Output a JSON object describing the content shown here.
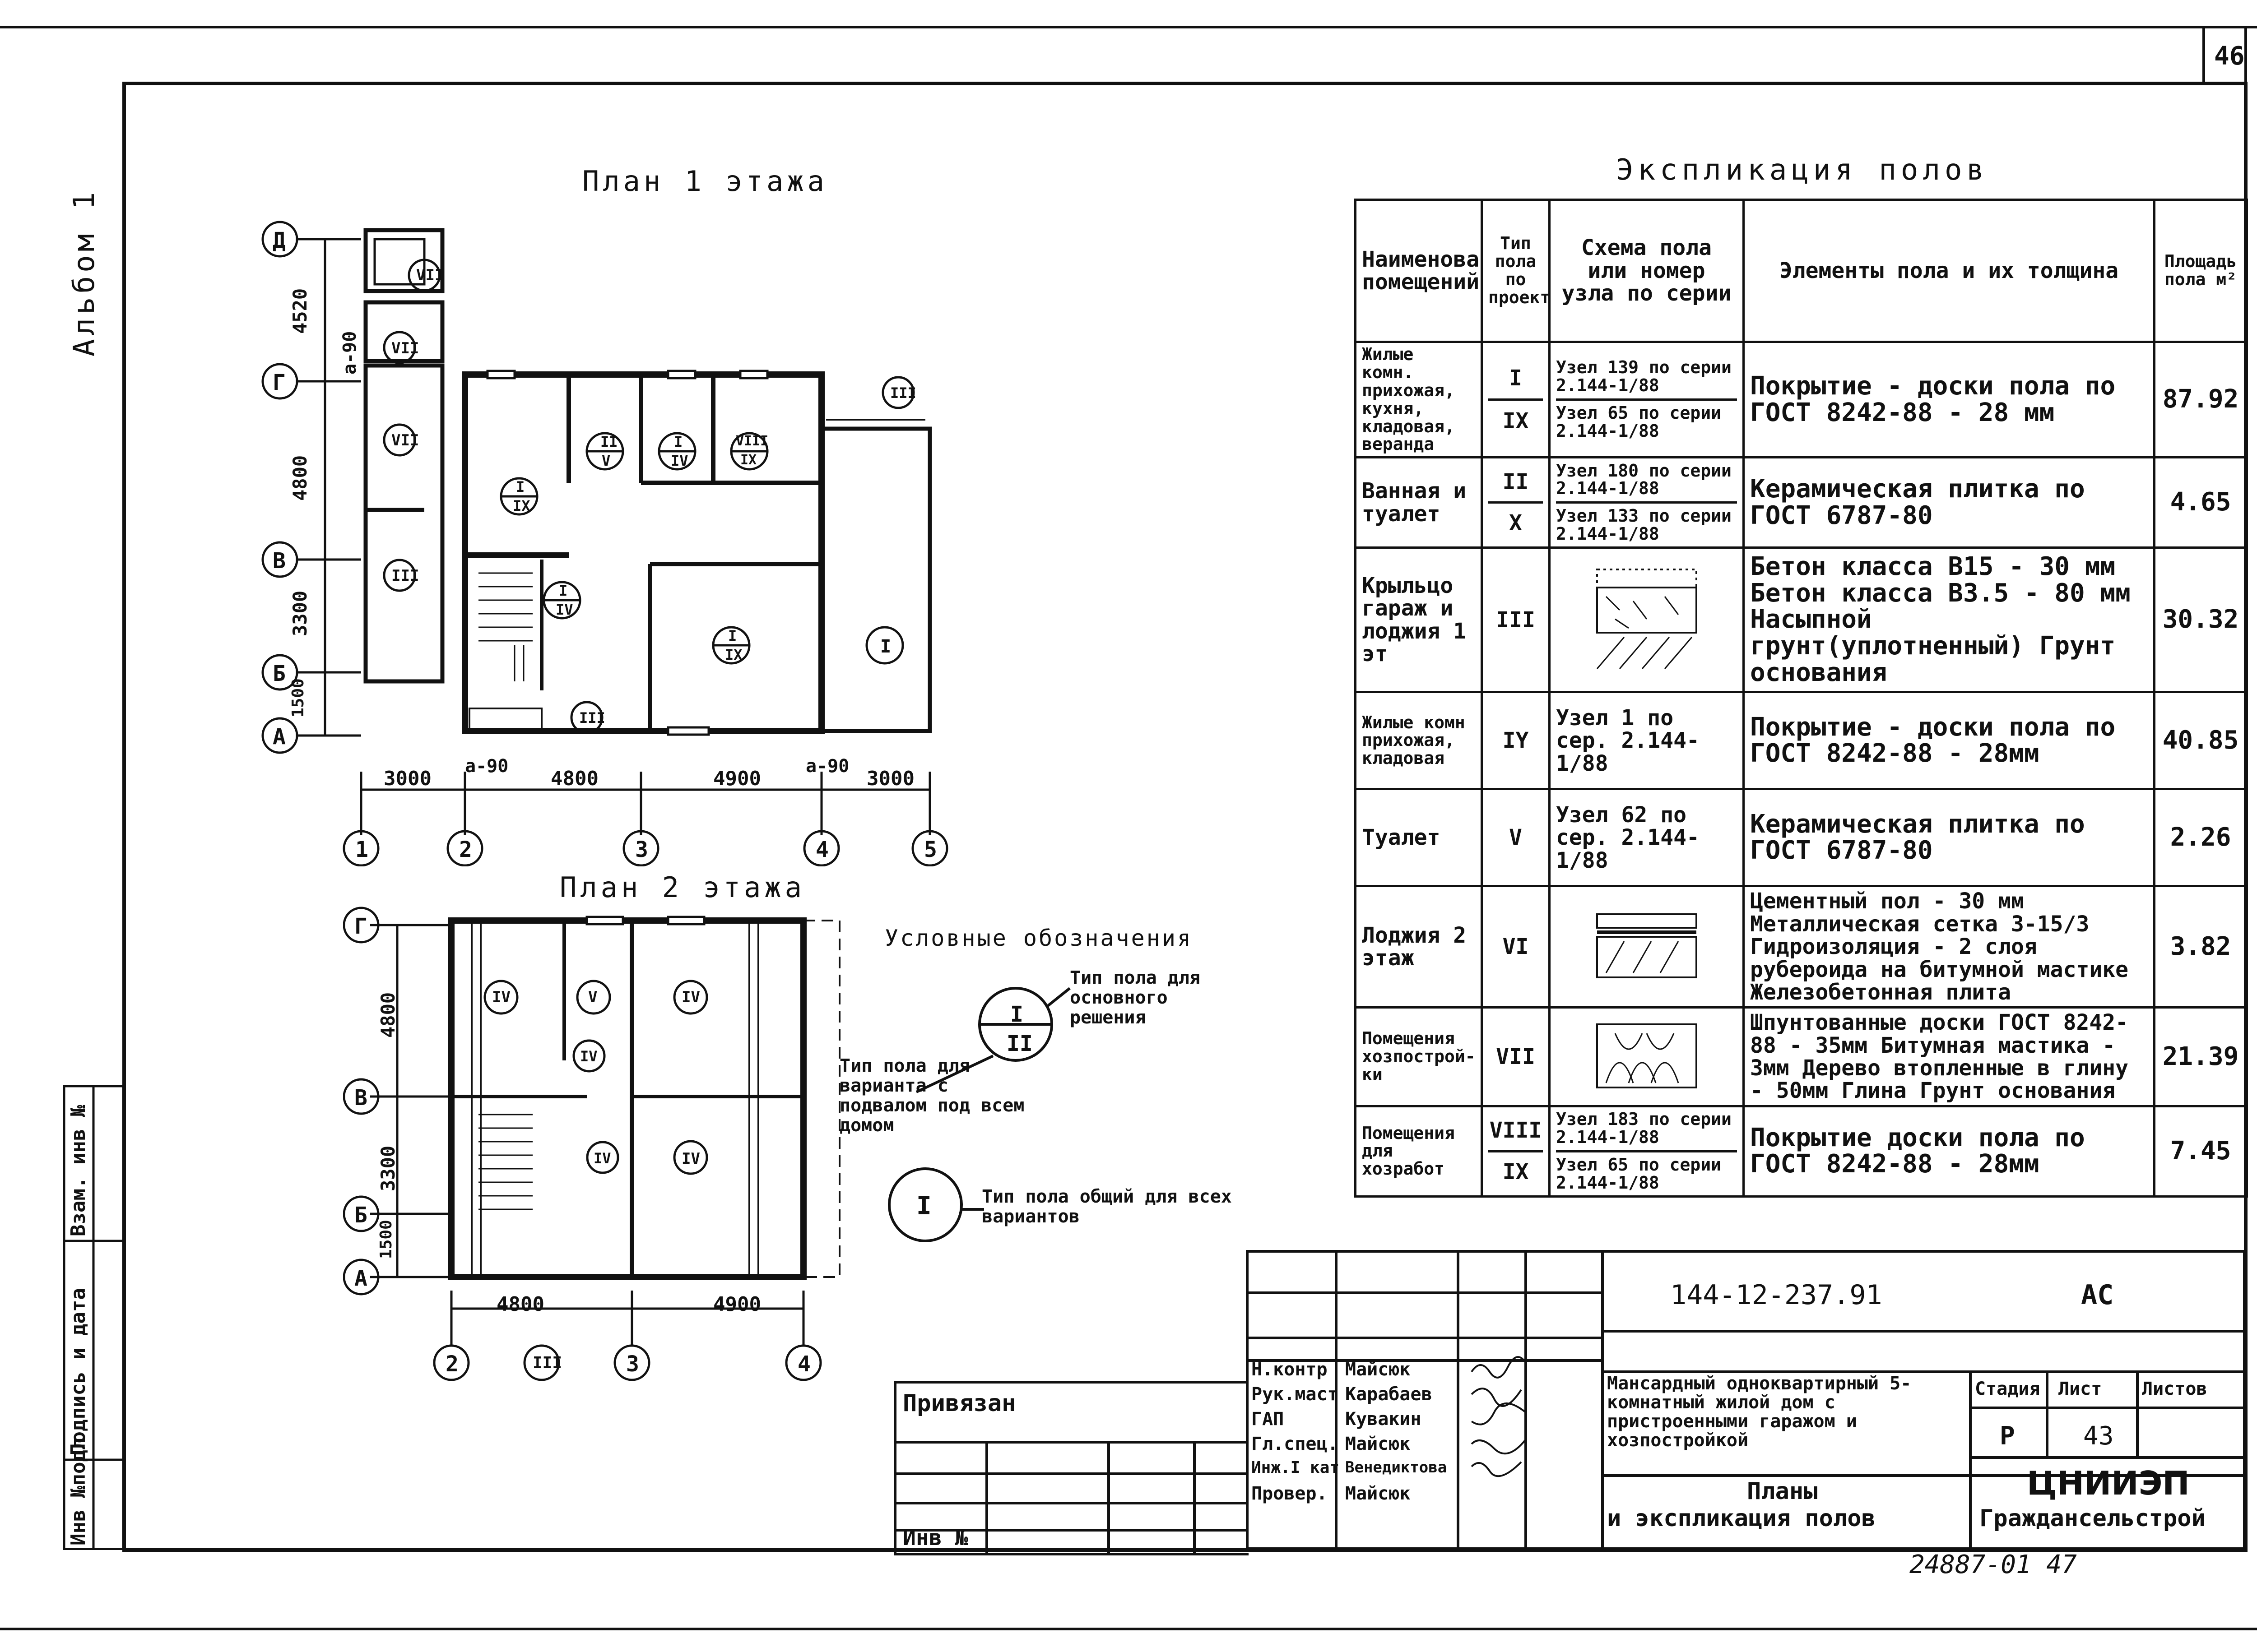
{
  "sheet": {
    "sheet_number": "46",
    "album_label": "Альбом 1",
    "bottom_code": "24887-01   47"
  },
  "side_stamp": {
    "cells": [
      "Инв №подл",
      "Подпись и дата",
      "Взам. инв №"
    ]
  },
  "plan1": {
    "title": "План 1 этажа",
    "axes_letters": [
      "Д",
      "Г",
      "В",
      "Б",
      "А"
    ],
    "axes_numbers": [
      "1",
      "2",
      "3",
      "4",
      "5"
    ],
    "dims_vertical": [
      "4520",
      "4800",
      "3300",
      "1500"
    ],
    "dims_horizontal": [
      "3000",
      "4800",
      "4900",
      "3000"
    ],
    "offsets": [
      "a-90",
      "a-90",
      "a-90"
    ],
    "room_marks": [
      {
        "top": "VII",
        "bottom": ""
      },
      {
        "top": "VII",
        "bottom": ""
      },
      {
        "top": "VII",
        "bottom": ""
      },
      {
        "top": "III",
        "bottom": ""
      },
      {
        "top": "I",
        "bottom": "IX"
      },
      {
        "top": "II",
        "bottom": "V"
      },
      {
        "top": "I",
        "bottom": "IV"
      },
      {
        "top": "VIII",
        "bottom": "IX"
      },
      {
        "top": "III",
        "bottom": ""
      },
      {
        "top": "I",
        "bottom": "IV"
      },
      {
        "top": "I",
        "bottom": "IX"
      },
      {
        "top": "I",
        "bottom": ""
      },
      {
        "top": "III",
        "bottom": ""
      }
    ]
  },
  "plan2": {
    "title": "План 2 этажа",
    "axes_letters": [
      "Г",
      "В",
      "Б",
      "А"
    ],
    "axes_numbers": [
      "2",
      "3",
      "4"
    ],
    "dims_vertical": [
      "4800",
      "3300",
      "1500"
    ],
    "dims_horizontal": [
      "4800",
      "4900"
    ],
    "room_marks": [
      "IV",
      "V",
      "IV",
      "IV",
      "IV",
      "IV"
    ],
    "axis_III": "III"
  },
  "legend": {
    "title": "Условные обозначения",
    "sample_top": "I",
    "sample_bottom": "II",
    "label_main": "Тип пола для основного решения",
    "label_variant": "Тип пола для варианта с подвалом под всем домом",
    "sample_common": "I",
    "label_common": "Тип пола общий для всех вариантов"
  },
  "explication": {
    "title": "Экспликация полов",
    "headers": [
      "Наименование помещений",
      "Тип пола по проекту",
      "Схема пола или номер узла по серии",
      "Элементы пола и их толщина",
      "Площадь пола м²"
    ],
    "rows": [
      {
        "name": "Жилые комн. прихожая, кухня, кладовая, веранда",
        "types": [
          "I",
          "IX"
        ],
        "schemes": [
          "Узел 139 по серии 2.144-1/88",
          "Узел 65 по серии 2.144-1/88"
        ],
        "elements": "Покрытие - доски пола по ГОСТ 8242-88 - 28 мм",
        "area": "87.92"
      },
      {
        "name": "Ванная и туалет",
        "types": [
          "II",
          "X"
        ],
        "schemes": [
          "Узел 180 по серии 2.144-1/88",
          "Узел 133 по серии 2.144-1/88"
        ],
        "elements": "Керамическая плитка по ГОСТ 6787-80",
        "area": "4.65"
      },
      {
        "name": "Крыльцо гараж и лоджия 1 эт",
        "types": [
          "III"
        ],
        "schemes": [
          ""
        ],
        "elements": "Бетон класса B15 - 30 мм Бетон класса B3.5 - 80 мм Насыпной грунт(уплотненный) Грунт основания",
        "area": "30.32"
      },
      {
        "name": "Жилые комн прихожая, кладовая",
        "types": [
          "IY"
        ],
        "schemes": [
          "Узел 1 по сер. 2.144-1/88"
        ],
        "elements": "Покрытие - доски пола по ГОСТ 8242-88 - 28мм",
        "area": "40.85"
      },
      {
        "name": "Туалет",
        "types": [
          "V"
        ],
        "schemes": [
          "Узел 62 по сер. 2.144-1/88"
        ],
        "elements": "Керамическая плитка по ГОСТ 6787-80",
        "area": "2.26"
      },
      {
        "name": "Лоджия 2 этаж",
        "types": [
          "VI"
        ],
        "schemes": [
          ""
        ],
        "elements": "Цементный пол - 30 мм Металлическая сетка 3-15/3 Гидроизоляция - 2 слоя рубероида на битумной мастике Железобетонная плита",
        "area": "3.82"
      },
      {
        "name": "Помещения хозпострой-ки",
        "types": [
          "VII"
        ],
        "schemes": [
          ""
        ],
        "elements": "Шпунтованные доски ГОСТ 8242-88 - 35мм Битумная мастика - 3мм Дерево втопленные в глину - 50мм Глина Грунт основания",
        "area": "21.39"
      },
      {
        "name": "Помещения для хозработ",
        "types": [
          "VIII",
          "IX"
        ],
        "schemes": [
          "Узел 183 по серии 2.144-1/88",
          "Узел 65 по серии 2.144-1/88"
        ],
        "elements": "Покрытие доски пола по ГОСТ 8242-88 - 28мм",
        "area": "7.45"
      }
    ]
  },
  "title_block": {
    "code": "144-12-237.91",
    "mark": "АС",
    "privyazan": "Привязан",
    "inv": "Инв №",
    "staff": [
      {
        "role": "Н.контр",
        "name": "Майсюк"
      },
      {
        "role": "Рук.маст",
        "name": "Карабаев"
      },
      {
        "role": "ГАП",
        "name": "Кувакин"
      },
      {
        "role": "Гл.спец.",
        "name": "Майсюк"
      },
      {
        "role": "Инж.I кат",
        "name": "Венедиктова"
      },
      {
        "role": "Провер.",
        "name": "Майсюк"
      }
    ],
    "project_name": "Мансардный одноквартирный 5-комнатный жилой дом с пристроенными гаражом и хозпостройкой",
    "sheet_title_1": "Планы",
    "sheet_title_2": "и экспликация полов",
    "stage_label": "Стадия",
    "sheet_label": "Лист",
    "sheets_label": "Листов",
    "stage": "Р",
    "sheet": "43",
    "sheets": "",
    "org_1": "ЦНИИЭП",
    "org_2": "Граждансельстрой"
  }
}
